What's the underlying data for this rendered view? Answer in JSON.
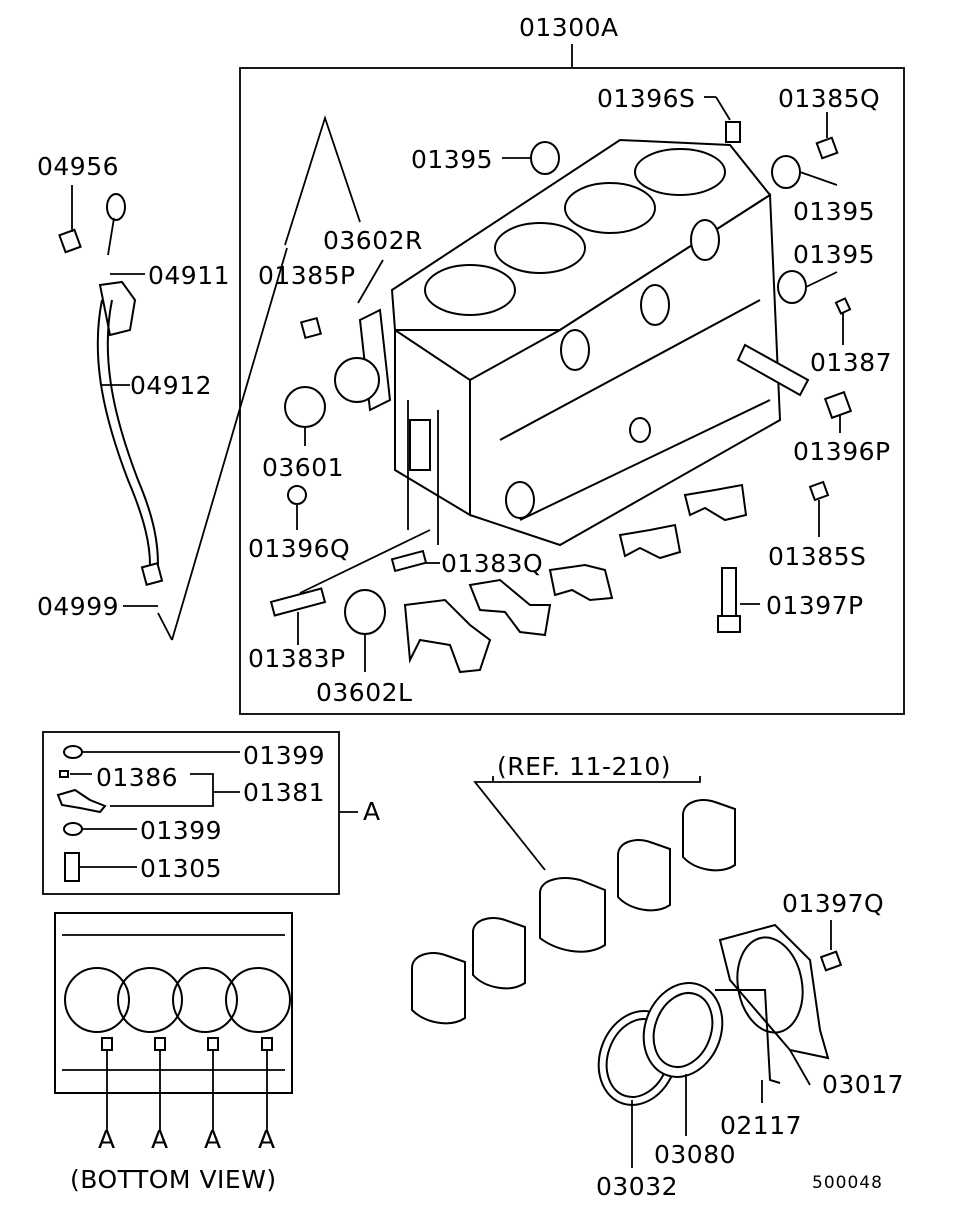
{
  "labels": {
    "l01300A": "01300A",
    "l01396S": "01396S",
    "l01385Q": "01385Q",
    "l01395": "01395",
    "l03602R": "03602R",
    "l01385P": "01385P",
    "l01387": "01387",
    "l01396P": "01396P",
    "l03601": "03601",
    "l01396Q": "01396Q",
    "l01383Q": "01383Q",
    "l01385S": "01385S",
    "l01397P": "01397P",
    "l01383P": "01383P",
    "l03602L": "03602L",
    "l04956": "04956",
    "l04911": "04911",
    "l04912": "04912",
    "l04999": "04999",
    "l01399": "01399",
    "l01386": "01386",
    "l01381": "01381",
    "l01305": "01305",
    "a": "A",
    "ref": "(REF. 11-210)",
    "l01397Q": "01397Q",
    "l03017": "03017",
    "l02117": "02117",
    "l03080": "03080",
    "l03032": "03032",
    "bottom_view": "(BOTTOM VIEW)",
    "diagram_number": "500048"
  }
}
